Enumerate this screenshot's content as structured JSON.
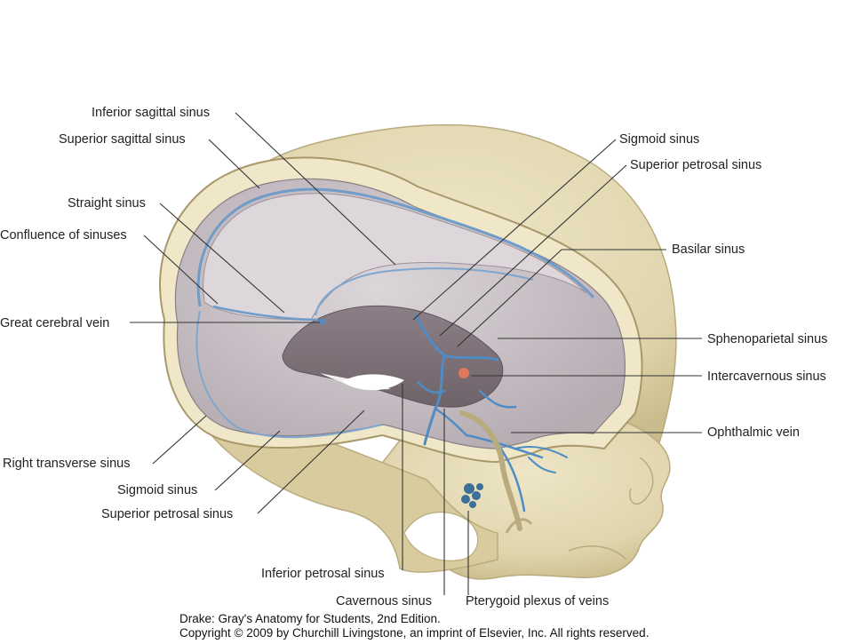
{
  "labels": {
    "inferior_sagittal_sinus": "Inferior sagittal sinus",
    "superior_sagittal_sinus": "Superior sagittal sinus",
    "straight_sinus": "Straight sinus",
    "confluence_of_sinuses": "Confluence of sinuses",
    "great_cerebral_vein": "Great cerebral vein",
    "right_transverse_sinus": "Right transverse sinus",
    "sigmoid_sinus_left": "Sigmoid sinus",
    "superior_petrosal_sinus_left": "Superior petrosal sinus",
    "inferior_petrosal_sinus": "Inferior petrosal sinus",
    "cavernous_sinus": "Cavernous sinus",
    "pterygoid_plexus": "Pterygoid plexus of veins",
    "sigmoid_sinus_right": "Sigmoid sinus",
    "superior_petrosal_sinus_right": "Superior petrosal sinus",
    "basilar_sinus": "Basilar sinus",
    "sphenoparietal_sinus": "Sphenoparietal sinus",
    "intercavernous_sinus": "Intercavernous sinus",
    "ophthalmic_vein": "Ophthalmic vein"
  },
  "credits": {
    "line1": "Drake: Gray's Anatomy for Students, 2nd Edition.",
    "line2": "Copyright © 2009 by Churchill Livingstone, an imprint of Elsevier, Inc. All rights reserved."
  },
  "colors": {
    "bone": "#e3d9b4",
    "bone_shadow": "#c9bc8c",
    "dura": "#cfc9cd",
    "dura_shadow": "#a79da4",
    "sinus_blue": "#5a93c8",
    "leader_line": "#333333"
  }
}
